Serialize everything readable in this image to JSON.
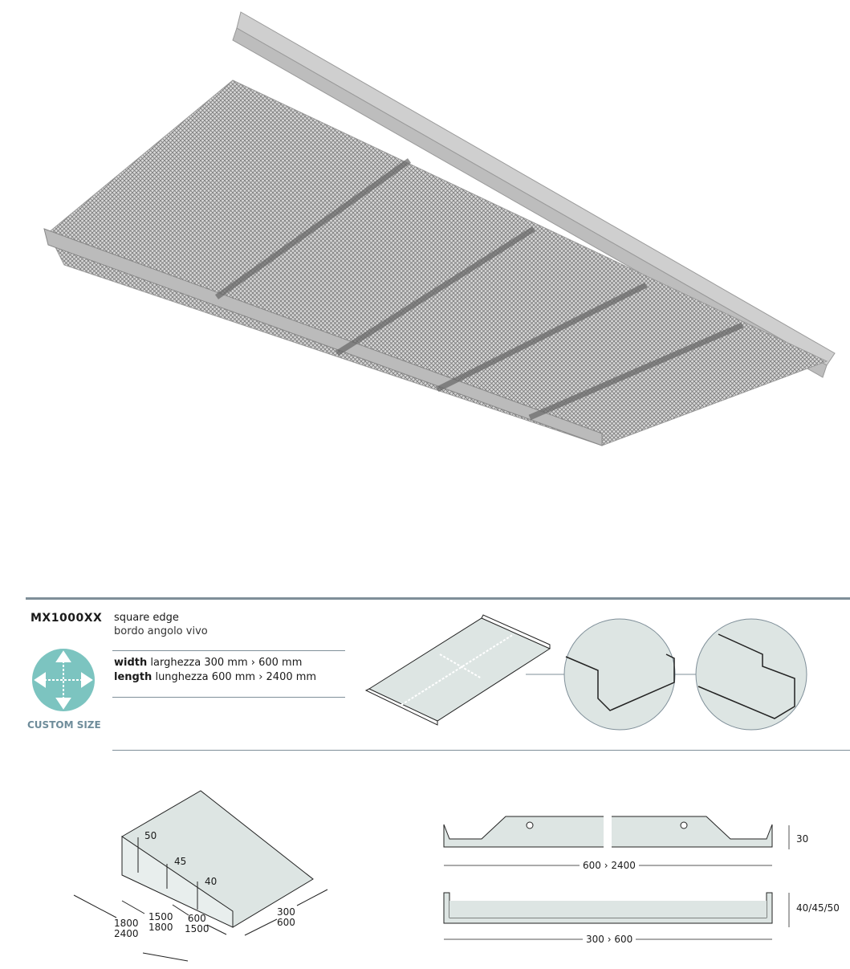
{
  "product": {
    "code": "MX1000XX",
    "edge_en": "square edge",
    "edge_it": "bordo angolo vivo",
    "width_label_en": "width",
    "width_label_it": "larghezza",
    "width_range": "300 mm › 600 mm",
    "length_label_en": "length",
    "length_label_it": "lunghezza",
    "length_range": "600 mm › 2400 mm",
    "badge": "CUSTOM SIZE",
    "badge_icon": "four-way-arrows-icon",
    "accent_color": "#7cc4c0"
  },
  "iso_drawing": {
    "heights": [
      "50",
      "45",
      "40"
    ],
    "lengths_a": [
      "1800",
      "2400"
    ],
    "lengths_b": [
      "1500",
      "1800"
    ],
    "lengths_c": [
      "600",
      "1500"
    ],
    "widths": [
      "300",
      "600"
    ]
  },
  "section_drawing": {
    "length_label": "600 › 2400",
    "height_label": "30",
    "width_label": "300 › 600",
    "depth_label": "40/45/50"
  }
}
